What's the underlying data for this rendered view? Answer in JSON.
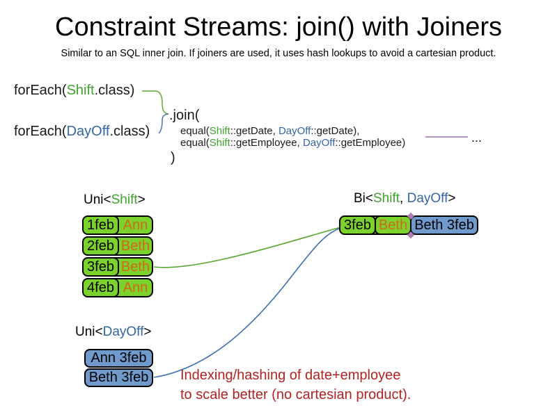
{
  "slide": {
    "title": "Constraint Streams: join() with Joiners",
    "subtitle": "Similar to an SQL inner join. If joiners are used, it uses hash lookups to avoid a cartesian product."
  },
  "code": {
    "foreach_shift": {
      "pre": "forEach(",
      "type": "Shift",
      "post": ".class)"
    },
    "foreach_dayoff": {
      "pre": "forEach(",
      "type": "DayOff",
      "post": ".class)"
    },
    "join_open": ".join(",
    "equal_date": {
      "pre": "equal(",
      "type1": "Shift",
      "mid": "::getDate, ",
      "type2": "DayOff",
      "post": "::getDate),"
    },
    "equal_employee": {
      "pre": "equal(",
      "type1": "Shift",
      "mid": "::getEmployee, ",
      "type2": "DayOff",
      "post": "::getEmployee)"
    },
    "join_close": ")",
    "ellipsis": "..."
  },
  "uni_shift": {
    "label": {
      "pre": "Uni<",
      "type": "Shift",
      "post": ">"
    },
    "rows": [
      {
        "date": "1feb",
        "employee": "Ann"
      },
      {
        "date": "2feb",
        "employee": "Beth"
      },
      {
        "date": "3feb",
        "employee": "Beth"
      },
      {
        "date": "4feb",
        "employee": "Ann"
      }
    ]
  },
  "uni_dayoff": {
    "label": {
      "pre": "Uni<",
      "type": "DayOff",
      "post": ">"
    },
    "rows": [
      {
        "text": "Ann 3feb"
      },
      {
        "text": "Beth 3feb"
      }
    ]
  },
  "bi": {
    "label": {
      "pre": "Bi<",
      "type1": "Shift",
      "sep": ", ",
      "type2": "DayOff",
      "post": ">"
    },
    "pair": {
      "date": "3feb",
      "employee": "Beth",
      "dayoff": "Beth 3feb"
    }
  },
  "note": {
    "line1": "Indexing/hashing of date+employee",
    "line2": "to scale better (no cartesian product)."
  },
  "colors": {
    "shift-green": "#3fa32e",
    "dayoff-blue": "#3465a4",
    "employee-orange": "#d2671c",
    "note-red": "#b22222",
    "joiner-purple": "#9673a6",
    "cell-green-fill": "#7cd22c",
    "cell-blue-fill": "#7099cc",
    "line-green": "#55a82f",
    "line-blue": "#3c6eb4",
    "diamond-pink": "#b87bb3"
  }
}
